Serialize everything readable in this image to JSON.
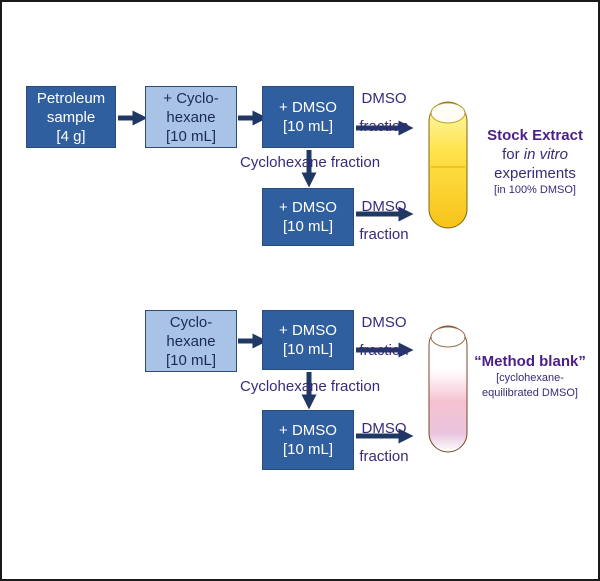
{
  "colors": {
    "dark_box": "#2f5f9e",
    "light_box": "#a9c3e6",
    "arrow": "#1f3864",
    "label_text": "#3a2a7a",
    "stock_title": "#4b1e8c"
  },
  "top": {
    "petroleum": [
      "Petroleum",
      "sample",
      "[4 g]"
    ],
    "cyclohexane": [
      "+ Cyclo-",
      "hexane",
      "[10 mL]"
    ],
    "dmso1": [
      "+ DMSO",
      "[10 mL]"
    ],
    "dmso2": [
      "+ DMSO",
      "[10 mL]"
    ],
    "fraction1": [
      "DMSO",
      "fraction"
    ],
    "fraction2": [
      "DMSO",
      "fraction"
    ],
    "cyclo_fraction": "Cyclohexane fraction",
    "stock": {
      "title": "Stock Extract",
      "line2_prefix": "for ",
      "line2_italic": "in vitro",
      "line3": "experiments",
      "line4": "[in 100% DMSO]"
    }
  },
  "bottom": {
    "cyclohexane": [
      "Cyclo-",
      "hexane",
      "[10 mL]"
    ],
    "dmso1": [
      "+ DMSO",
      "[10 mL]"
    ],
    "dmso2": [
      "+ DMSO",
      "[10 mL]"
    ],
    "fraction1": [
      "DMSO",
      "fraction"
    ],
    "fraction2": [
      "DMSO",
      "fraction"
    ],
    "cyclo_fraction": "Cyclohexane fraction",
    "blank": {
      "title": "“Method blank”",
      "line2": "[cyclohexane-",
      "line3": "equilibrated DMSO]"
    }
  }
}
